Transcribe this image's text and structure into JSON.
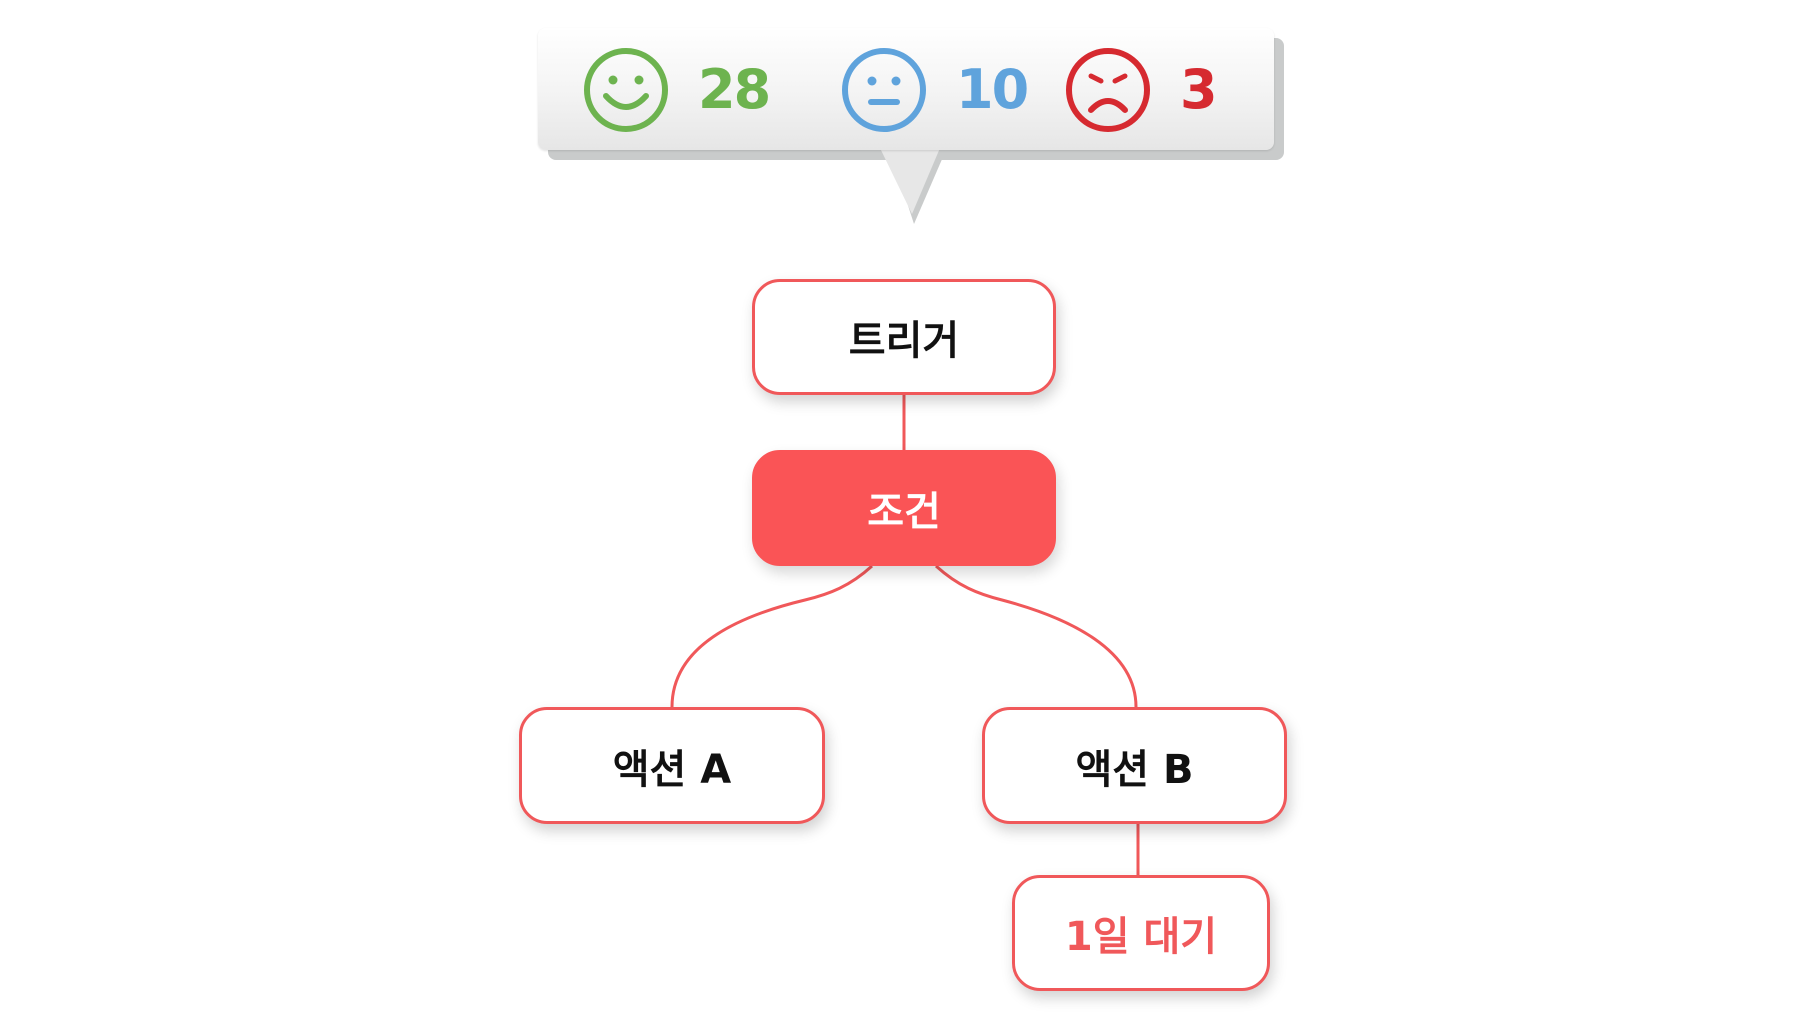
{
  "feedback": {
    "sentiments": [
      {
        "name": "positive",
        "icon": "smile-face-icon",
        "count": "28",
        "color": "#6db34f"
      },
      {
        "name": "neutral",
        "icon": "neutral-face-icon",
        "count": "10",
        "color": "#5fa3dc"
      },
      {
        "name": "negative",
        "icon": "sad-face-icon",
        "count": "3",
        "color": "#d62a30"
      }
    ]
  },
  "flow": {
    "trigger": {
      "label": "트리거"
    },
    "condition": {
      "label": "조건"
    },
    "action_a": {
      "label": "액션 A"
    },
    "action_b": {
      "label": "액션 B"
    },
    "wait": {
      "label": "1일 대기"
    }
  },
  "colors": {
    "accent": "#f0585a",
    "condition_fill": "#fa5456",
    "node_text": "#111111"
  }
}
